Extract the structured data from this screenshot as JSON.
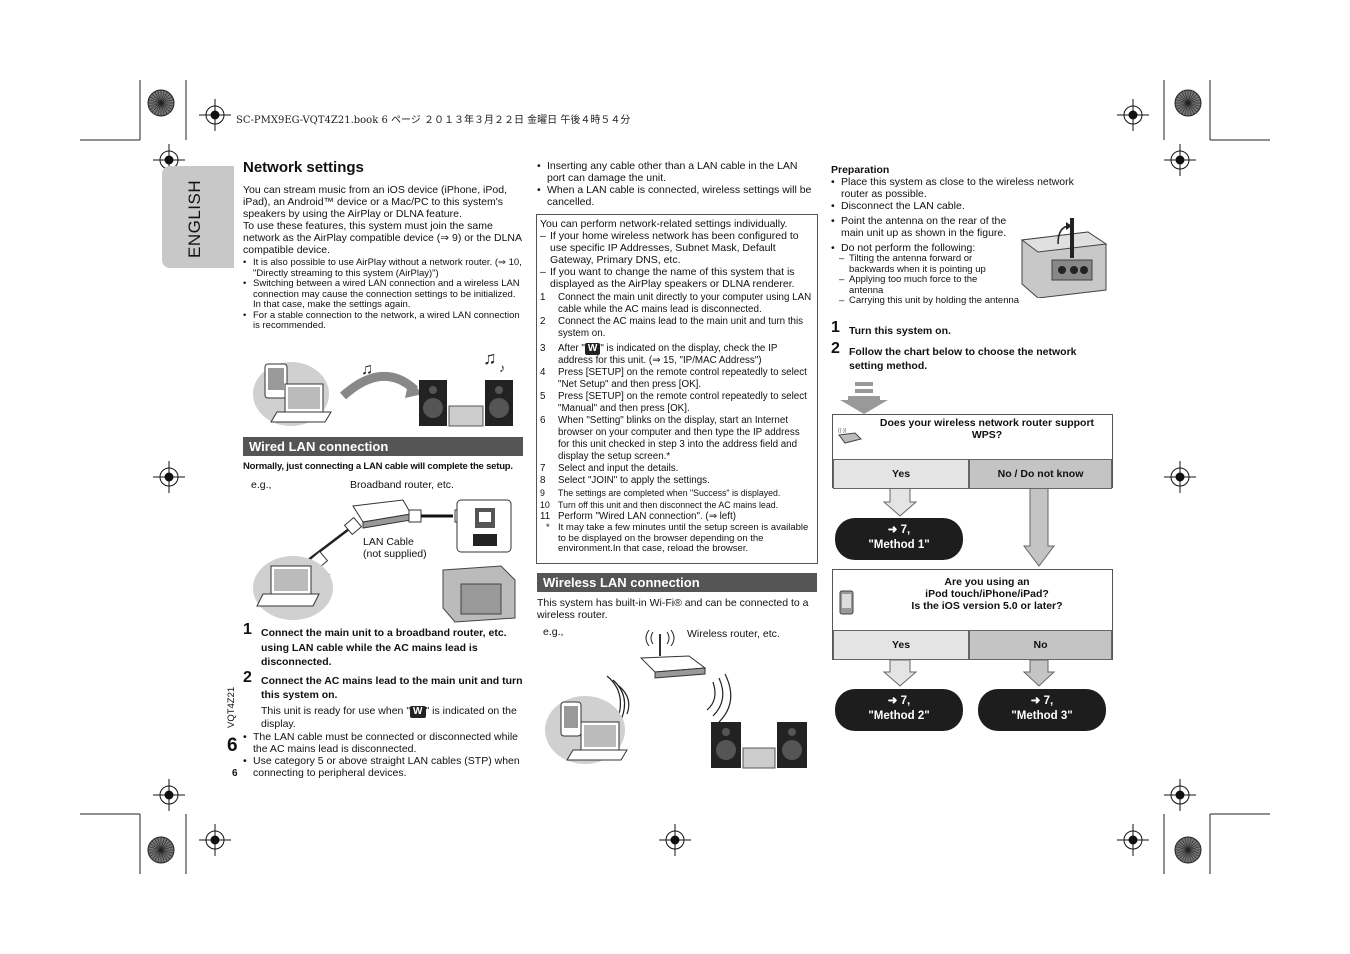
{
  "header": {
    "file_line": "SC-PMX9EG-VQT4Z21.book  6 ページ  ２０１３年３月２２日  金曜日  午後４時５４分"
  },
  "tab_label": "ENGLISH",
  "side_code": "VQT4Z21",
  "page_number_big": "6",
  "page_number_small": "6",
  "col1": {
    "title": "Network settings",
    "intro1": "You can stream music from an iOS device (iPhone, iPod, iPad), an Android™ device or a Mac/PC to this system's speakers by using the AirPlay or DLNA feature.",
    "intro2": "To use these features, this system must join the same network as the AirPlay compatible device (⇒ 9) or the DLNA compatible device.",
    "notes": [
      "It is also possible to use AirPlay without a network router. (⇒ 10, \"Directly streaming to this system (AirPlay)\")",
      "Switching between a wired LAN connection and a wireless LAN connection may cause the connection settings to be initialized. In that case, make the settings again.",
      "For a stable connection to the network, a wired LAN connection is recommended."
    ],
    "wired_title": "Wired LAN connection",
    "wired_sub": "Normally, just connecting a LAN cable will complete the setup.",
    "eg": "e.g.,",
    "broadband": "Broadband router, etc.",
    "lan_cable": "LAN Cable",
    "not_supplied": "(not supplied)",
    "step1_num": "1",
    "step1": "Connect the main unit to a broadband router, etc. using LAN cable while the AC mains lead is disconnected.",
    "step2_num": "2",
    "step2": "Connect the AC mains lead to the main unit and turn this system on.",
    "ready_a": "This unit is ready for use when \"",
    "ready_badge": "W",
    "ready_b": "\" is indicated on the display.",
    "bottom_notes": [
      "The LAN cable must be connected or disconnected while the AC mains lead is disconnected.",
      "Use category 5 or above straight LAN cables (STP) when connecting to peripheral devices."
    ]
  },
  "col2": {
    "top_notes": [
      "Inserting any cable other than a LAN cable in the LAN port can damage the unit.",
      "When a LAN cable is connected, wireless settings will be cancelled."
    ],
    "box_intro": "You can perform network-related settings individually.",
    "box_dashes": [
      "If your home wireless network has been configured to use specific IP Addresses, Subnet Mask, Default Gateway, Primary DNS, etc.",
      "If you want to change the name of this system that is displayed as the AirPlay speakers or DLNA renderer."
    ],
    "steps": [
      {
        "n": "1",
        "t": "Connect the main unit directly to your computer using LAN cable while the AC mains lead is disconnected."
      },
      {
        "n": "2",
        "t": "Connect the AC mains lead to the main unit and turn this system on."
      }
    ],
    "step3_n": "3",
    "step3_a": "After \"",
    "step3_badge": "W",
    "step3_b": "\" is indicated on the display, check the IP address for this unit. (⇒ 15, \"IP/MAC Address\")",
    "steps2": [
      {
        "n": "4",
        "t": "Press [SETUP] on the remote control repeatedly to select \"Net Setup\" and then press [OK]."
      },
      {
        "n": "5",
        "t": "Press [SETUP] on the remote control repeatedly to select \"Manual\" and then press [OK]."
      },
      {
        "n": "6",
        "t": "When \"Setting\" blinks on the display, start an Internet browser on your computer and then type the IP address for this unit checked in step 3 into the address field and display the setup screen.*"
      },
      {
        "n": "7",
        "t": "Select and input the details."
      },
      {
        "n": "8",
        "t": "Select \"JOIN\" to apply the settings."
      }
    ],
    "steps_small": [
      {
        "n": "9",
        "t": "The settings are completed when \"Success\" is displayed."
      },
      {
        "n": "10",
        "t": "Turn off this unit and then disconnect the AC mains lead."
      }
    ],
    "step11_n": "11",
    "step11": "Perform \"Wired LAN connection\". (⇒ left)",
    "star_n": "*",
    "star": "It may take a few minutes until the setup screen is available to be displayed on the browser depending on the environment.In that case, reload the browser.",
    "wireless_title": "Wireless LAN connection",
    "wireless_intro": "This system has built-in Wi-Fi® and can be connected to a wireless router.",
    "eg": "e.g.,",
    "router": "Wireless router, etc."
  },
  "col3": {
    "prep": "Preparation",
    "prep_items": [
      "Place this system as close to the wireless network router as possible.",
      "Disconnect the LAN cable."
    ],
    "antenna": "Point the antenna on the rear of the main unit up as shown in the figure.",
    "donot": "Do not perform the following:",
    "donot_items": [
      "Tilting the antenna forward or backwards when it is pointing up",
      "Applying too much force to the antenna",
      "Carrying this unit by holding the antenna"
    ],
    "step1_num": "1",
    "step1": "Turn this system on.",
    "step2_num": "2",
    "step2": "Follow the chart below to choose the network setting method."
  },
  "flow": {
    "q1": "Does your wireless network router support WPS?",
    "q1_yes": "Yes",
    "q1_no": "No / Do not know",
    "m1_a": "➜ 7,",
    "m1_b": "\"Method 1\"",
    "q2_l1": "Are you using an",
    "q2_l2": "iPod touch/iPhone/iPad?",
    "q2_l3": "Is the iOS version 5.0 or later?",
    "q2_yes": "Yes",
    "q2_no": "No",
    "m2_a": "➜ 7,",
    "m2_b": "\"Method 2\"",
    "m3_a": "➜ 7,",
    "m3_b": "\"Method 3\""
  }
}
